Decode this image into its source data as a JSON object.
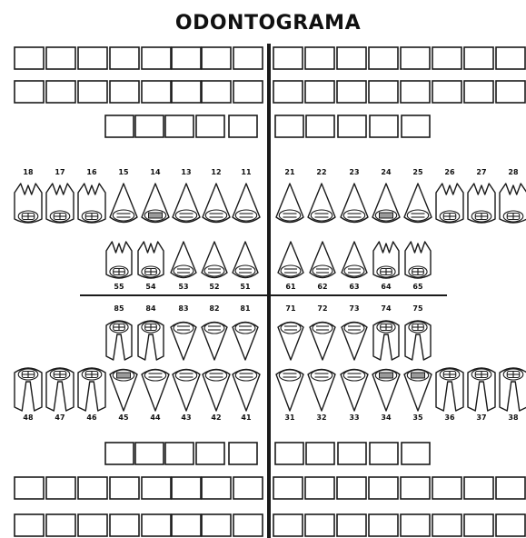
{
  "title": "ODONTOGRAMA",
  "upper_permanent": {
    "right": [
      "18",
      "17",
      "16",
      "15",
      "14",
      "13",
      "12",
      "11"
    ],
    "left": [
      "21",
      "22",
      "23",
      "24",
      "25",
      "26",
      "27",
      "28"
    ]
  },
  "upper_deciduous": {
    "right": [
      "55",
      "54",
      "53",
      "52",
      "51"
    ],
    "left": [
      "61",
      "62",
      "63",
      "64",
      "65"
    ]
  },
  "lower_deciduous": {
    "right": [
      "85",
      "84",
      "83",
      "82",
      "81"
    ],
    "left": [
      "71",
      "72",
      "73",
      "74",
      "75"
    ]
  },
  "lower_permanent": {
    "right": [
      "48",
      "47",
      "46",
      "45",
      "44",
      "43",
      "42",
      "41"
    ],
    "left": [
      "31",
      "32",
      "33",
      "34",
      "35",
      "36",
      "37",
      "38"
    ]
  },
  "box_rows": [
    {
      "name": "upper-row-1",
      "count": 16
    },
    {
      "name": "upper-row-2",
      "count": 16
    },
    {
      "name": "upper-row-3",
      "count": 10
    },
    {
      "name": "lower-row-1",
      "count": 10
    },
    {
      "name": "lower-row-2",
      "count": 16
    },
    {
      "name": "lower-row-3",
      "count": 16
    }
  ],
  "colors": {
    "line": "#1a1a1a",
    "fill": "#9a9a9a",
    "background": "#ffffff"
  }
}
